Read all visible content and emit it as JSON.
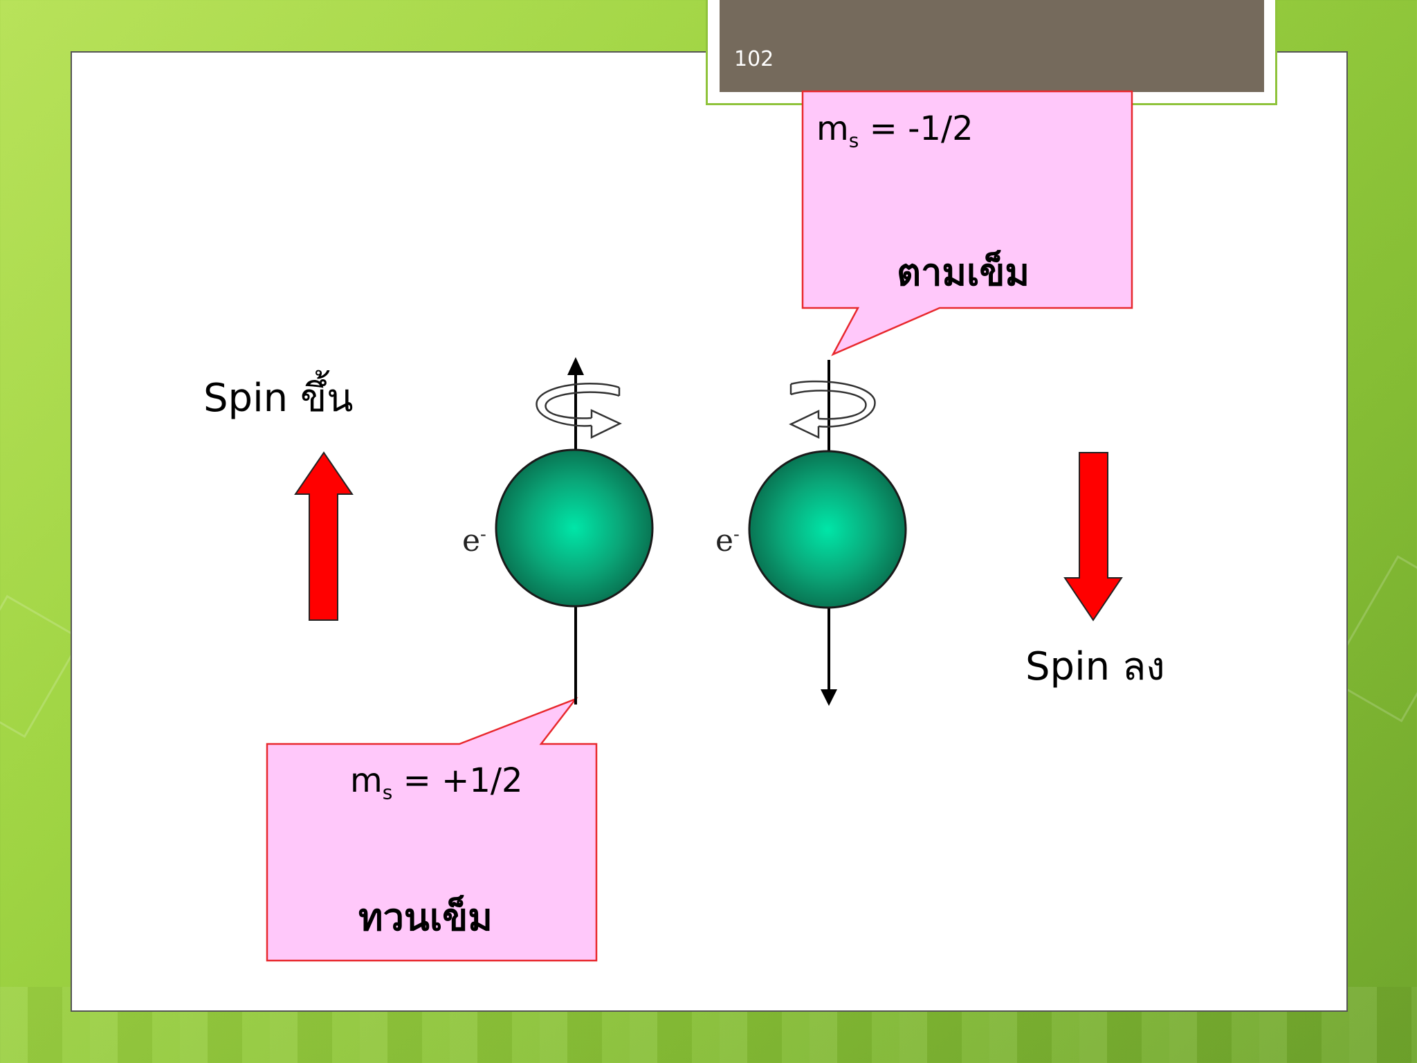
{
  "page_number": "102",
  "labels": {
    "spin_up": "Spin ขึ้น",
    "spin_down": "Spin ลง"
  },
  "callout_top": {
    "ms_symbol": "m",
    "ms_sub": "s",
    "ms_value": " = -1/2",
    "direction": "ตามเข็ม"
  },
  "callout_bottom": {
    "ms_symbol": "m",
    "ms_sub": "s",
    "ms_value": " = +1/2",
    "direction": "ทวนเข็ม"
  },
  "electron": {
    "symbol": "e",
    "charge": "-"
  },
  "colors": {
    "arrow_red": "#ff0000",
    "callout_fill": "#ffc8fa",
    "callout_border": "#e8282d",
    "sphere_center": "#00e0a0",
    "sphere_edge": "#0a6a4a",
    "header_bar": "#756a5c"
  }
}
